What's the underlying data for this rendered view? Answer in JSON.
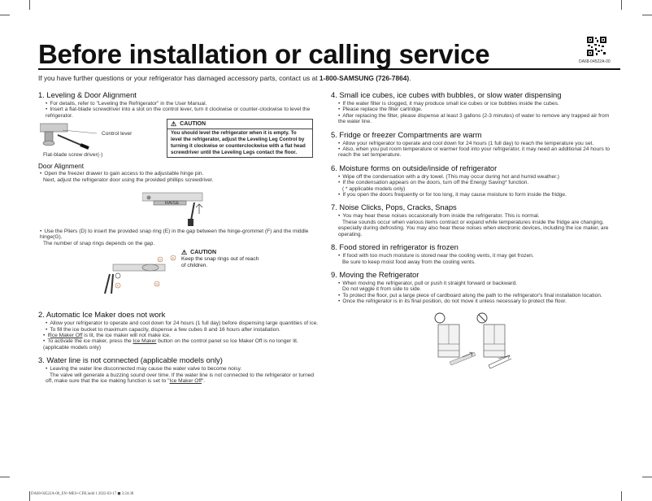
{
  "page": {
    "title": "Before installation or calling service",
    "doc_code": "DA68-04522A-00",
    "intro_prefix": "If you have further questions or your refrigerator has damaged accessory parts, contact us at ",
    "intro_phone": "1-800-SAMSUNG (726-7864)",
    "intro_suffix": ".",
    "footer": "DA68-04522A-00_EN+MES+CFR.indd   1                                                                                     2022-03-17   ◼ 3:24:38"
  },
  "left": {
    "s1": {
      "title": "1. Leveling & Door Alignment",
      "b1": "For details, refer to \"Leveling the Refrigerator\" in the User Manual.",
      "b2": "Insert a flat-blade screwdriver into a slot on the control lever, turn it clockwise or counter-clockwise to level the refrigerator.",
      "label_control": "Control lever",
      "label_screwdriver": "Flat-blade screw driver(-)",
      "caution_head": "CAUTION",
      "caution_body": "You should level the refrigerator when it is empty. To level the refrigerator, adjust the Leveling Leg Control by turning it clockwise or counterclockwise with a flat head screwdriver until the Leveling Legs contact the floor.",
      "door_title": "Door Alignment",
      "door_b1": "Open the freezer drawer to gain access to the adjustable hinge pin.",
      "door_b1b": "Next, adjust the refrigerator door using the provided phillips screwdriver.",
      "raise": "RAISE",
      "pliers_b": "Use the Pliers (D) to insert the provided snap ring (E) in the gap between the hinge-grommet (F) and the middle hinge(G).",
      "pliers_b2": "The number of snap rings depends on the gap.",
      "caution2_head": "CAUTION",
      "caution2_body1": "Keep the snap rings out of reach",
      "caution2_body2": "of children."
    },
    "s2": {
      "title": "2. Automatic Ice Maker does not work",
      "b1": "Allow your refrigerator to operate and cool down for 24 hours (1 full day) before dispensing large quantities of ice.",
      "b2": "To fill the ice bucket to maximum capacity, dispense a few cubes 8 and 16 hours after installation.",
      "b3_a": "If",
      "b3_u": "Ice Maker Off",
      "b3_b": " is lit, the ice maker will not make ice.",
      "b4_a": "To activate the ice maker, press the ",
      "b4_u": "Ice Maker",
      "b4_b": " button on the control panel so Ice Maker Off is no longer lit. (applicable models only)"
    },
    "s3": {
      "title": "3. Water line is not connected (applicable models only)",
      "b1": "Leaving the water line disconnected may cause the water valve to become noisy.",
      "b1b": "The valve will generate a buzzing sound over time. If the water line is not connected to the refrigerator or turned off, make sure that the ice making function is set to \"",
      "b1u": "Ice Maker Off",
      "b1c": "\"."
    }
  },
  "right": {
    "s4": {
      "title": "4.  Small ice cubes, ice cubes with bubbles, or slow water dispensing",
      "b1": "If the water filter is clogged, it may produce small ice cubes or ice bubbles inside the cubes.",
      "b2": "Please replace the filter cartridge.",
      "b3": "After replacing the filter, please dispense at least 3 gallons (2-3 minutes) of water to remove any trapped air from the water line."
    },
    "s5": {
      "title": "5. Fridge or freezer Compartments are warm",
      "b1": "Allow your refrigerator to operate and cool down for 24 hours (1 full day) to reach the temperature you set.",
      "b2": "Also, when you put room temperature or warmer food into your refrigerator, it may need an additional 24 hours to reach the set temperature."
    },
    "s6": {
      "title": "6.  Moisture forms on outside/inside of refrigerator",
      "b1": "Wipe off the condensation with a dry towel. (This may occur during hot and humid weather.)",
      "b2": "If the condensation appears on the doors, turn off the Energy Saving* function.",
      "b2b": "( * applicable models only)",
      "b3": "If you open the doors frequently or for too long, it may cause moisture to form inside the fridge."
    },
    "s7": {
      "title": "7. Noise Clicks, Pops, Cracks, Snaps",
      "b1": "You may hear these noises occasionally from inside the refrigerator. This is normal.",
      "b1b": "These sounds occur when various items contract or expand while temperatures inside the fridge are changing, especially during defrosting. You may also hear these noises when electronic devices, including the ice maker, are operating."
    },
    "s8": {
      "title": "8. Food stored in refrigerator is frozen",
      "b1": "If food with too much moisture is stored near the cooling vents, it may get frozen.",
      "b1b": "Be sure to keep moist food away from the cooling vents."
    },
    "s9": {
      "title": "9. Moving the Refrigerator",
      "b1": "When moving the refrigerator, pull or push it straight forward or backward.",
      "b1b": "Do not wiggle it from side to side.",
      "b2": "To protect the floor, put a large piece of cardboard along the path to the refrigerator's final installation location.",
      "b3": "Once the refrigerator is in its final position, do not move it unless necessary to protect the floor."
    }
  },
  "figures": {
    "pliers_labels": [
      "D",
      "E",
      "F",
      "G"
    ]
  }
}
